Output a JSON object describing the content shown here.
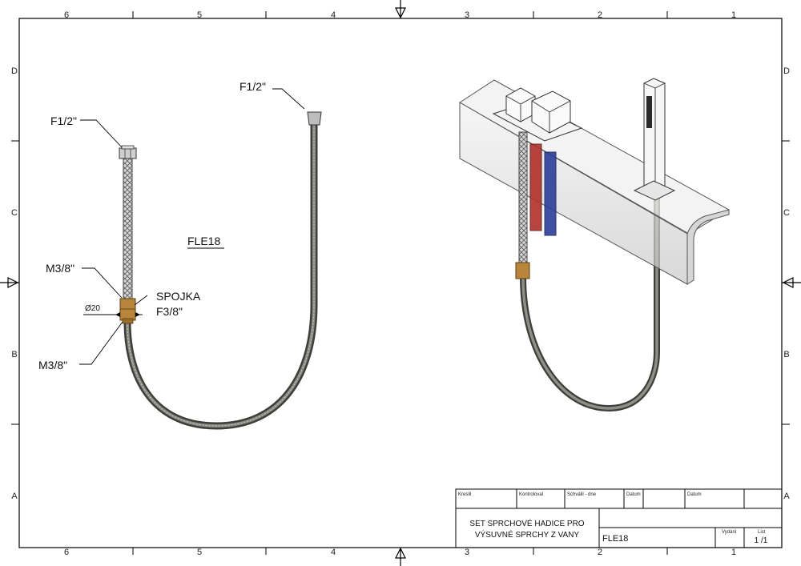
{
  "zones": {
    "columns": [
      "6",
      "5",
      "4",
      "3",
      "2",
      "1"
    ],
    "rows": [
      "D",
      "C",
      "B",
      "A"
    ]
  },
  "drawing": {
    "part_label": "FLE18",
    "callouts": {
      "top_left_fitting": "F1/2\"",
      "top_right_fitting": "F1/2\"",
      "upper_male_thread": "M3/8\"",
      "lower_male_thread": "M3/8\"",
      "diameter": "Ø20",
      "connector_name": "SPOJKA",
      "connector_thread": "F3/8\""
    }
  },
  "title_block": {
    "headers": [
      "Kreslil",
      "Kontroloval",
      "Schválil - dne",
      "Datum",
      "Datum"
    ],
    "title_line1": "SET SPRCHOVÉ HADICE PRO",
    "title_line2": "VÝSUVNÉ SPRCHY Z VANY",
    "drawing_number": "FLE18",
    "revision_label": "Vydání",
    "sheet_label": "List",
    "sheet_value": "1 /1"
  },
  "colors": {
    "hose": "#5c5c56",
    "brass": "#b8863a",
    "hot": "#b0302a",
    "cold": "#2c3e9a"
  }
}
